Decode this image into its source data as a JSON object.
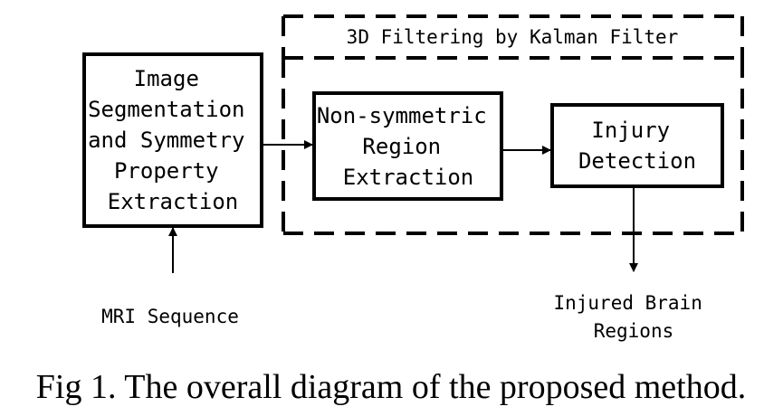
{
  "diagram": {
    "frame_title": "3D Filtering by Kalman Filter",
    "box_segmentation": {
      "lines": [
        "Image",
        "Segmentation",
        "and Symmetry",
        "Property",
        "Extraction"
      ]
    },
    "box_nonsymmetric": {
      "lines": [
        "Non-symmetric",
        "Region",
        "Extraction"
      ]
    },
    "box_injury": {
      "lines": [
        "Injury",
        "Detection"
      ]
    },
    "input_label": "MRI Sequence",
    "output_label": {
      "lines": [
        "Injured Brain",
        "Regions"
      ]
    },
    "caption": "Fig 1. The overall diagram of the proposed method."
  }
}
